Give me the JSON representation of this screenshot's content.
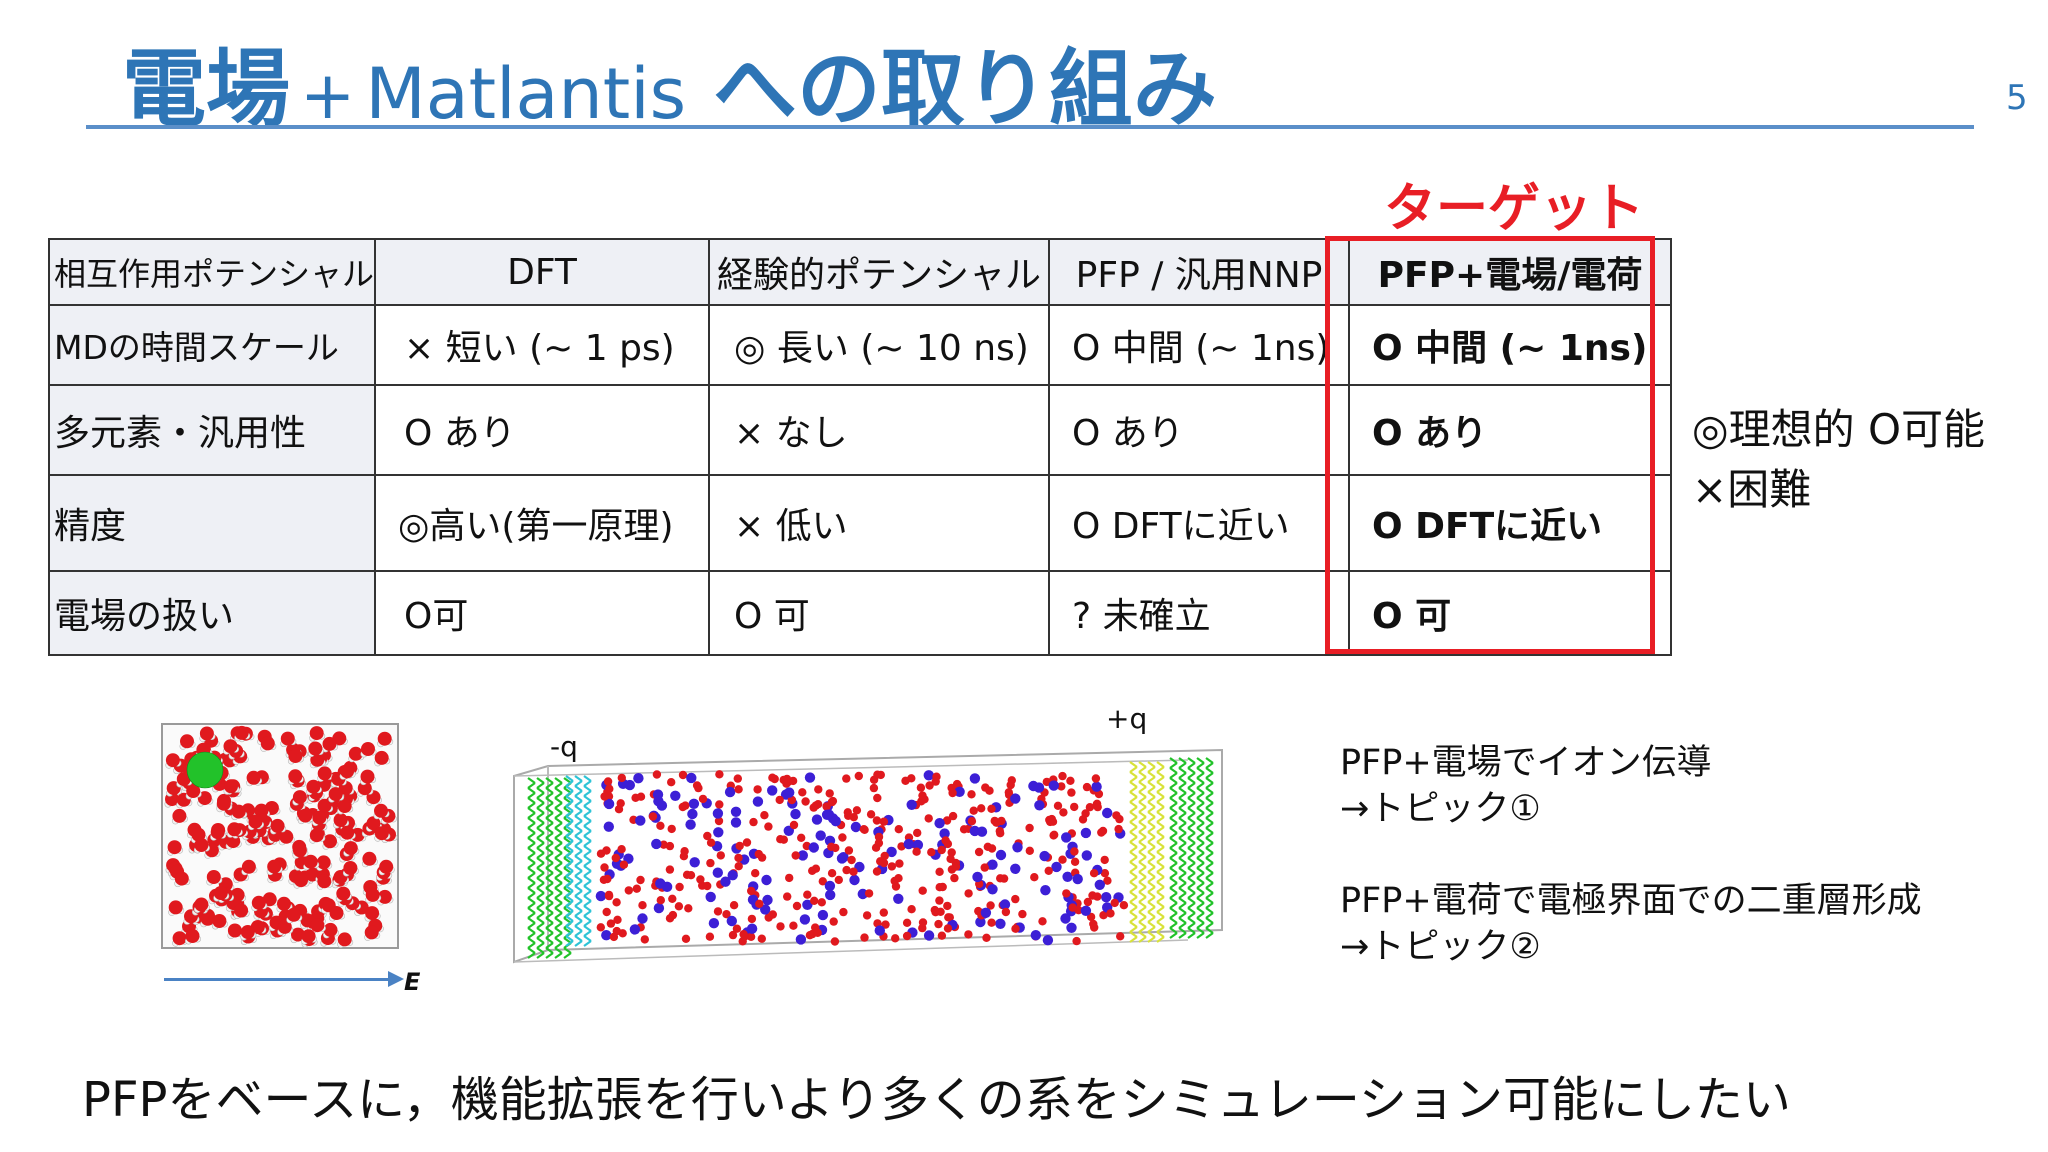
{
  "title": {
    "jp_head": "電場",
    "plus": "+",
    "brand": "Matlantis",
    "jp_tail": "への取り組み"
  },
  "page_number": "5",
  "target_label": "ターゲット",
  "table": {
    "headers": [
      "相互作用ポテンシャル",
      "DFT",
      "経験的ポテンシャル",
      "PFP / 汎用NNP",
      "PFP+電場/電荷"
    ],
    "rows": [
      {
        "label": "MDの時間スケール",
        "cells": [
          "× 短い (~ 1 ps)",
          "◎ 長い (~ 10 ns)",
          "O 中間 (~ 1ns)",
          "O 中間 (~ 1ns)"
        ]
      },
      {
        "label": "多元素・汎用性",
        "cells": [
          "O あり",
          "× なし",
          "O あり",
          "O あり"
        ]
      },
      {
        "label": "精度",
        "cells": [
          "◎高い(第一原理)",
          "× 低い",
          "O DFTに近い",
          "O DFTに近い"
        ]
      },
      {
        "label": "電場の扱い",
        "cells": [
          "O可",
          "O 可",
          "? 未確立",
          "O 可"
        ]
      }
    ]
  },
  "legend": {
    "line1": "◎理想的 O可能",
    "line2": "×困難"
  },
  "figure": {
    "minus_q": "-q",
    "plus_q": "+q",
    "e_label": "E"
  },
  "topics": {
    "t1_line1": "PFP+電場でイオン伝導",
    "t1_line2": "→トピック①",
    "t2_line1": "PFP+電荷で電極界面での二重層形成",
    "t2_line2": "→トピック②"
  },
  "footer": "PFPをベースに，機能拡張を行いより多くの系をシミュレーション可能にしたい",
  "colors": {
    "title": "#2e75b6",
    "target": "#e81e25",
    "oxygen": "#e0191e",
    "hydrogen": "#f2f2f2",
    "ion": "#3c1fd6",
    "chloride": "#22c22a",
    "electrode_neg": "#2ec4d6",
    "electrode_pos": "#d8e23a"
  }
}
